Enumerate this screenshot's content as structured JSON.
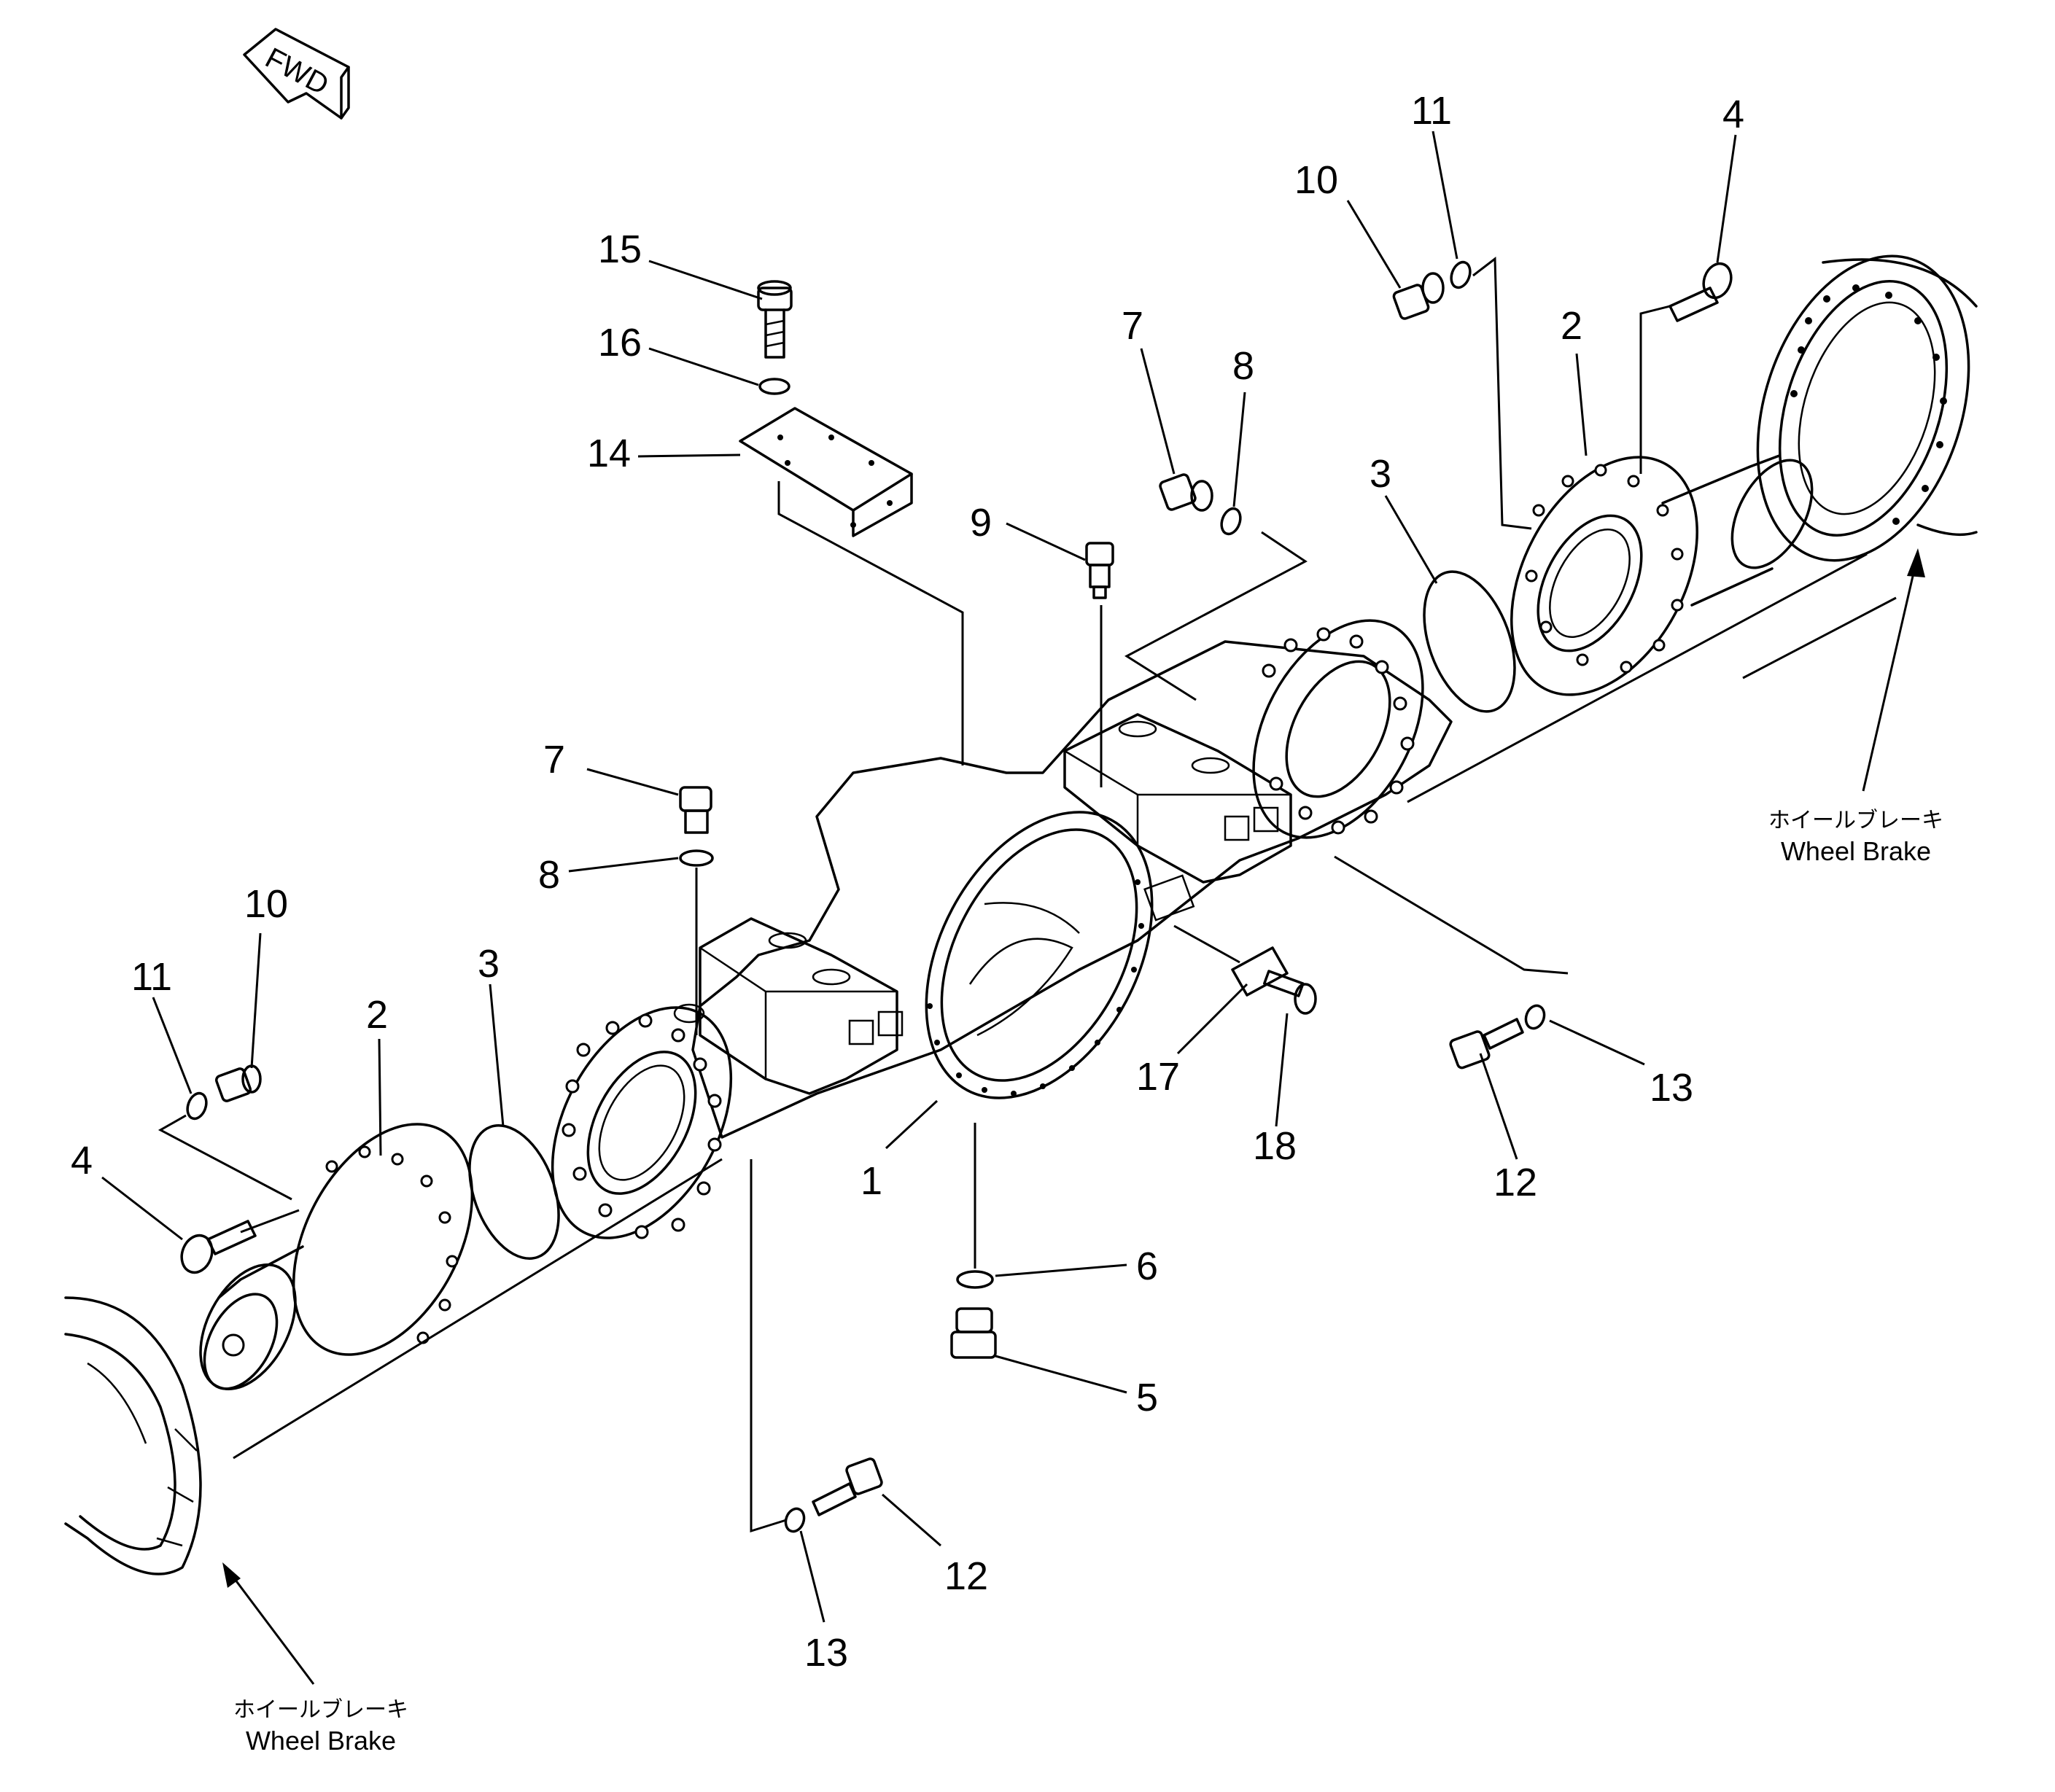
{
  "direction_marker": {
    "text": "FWD"
  },
  "callouts": [
    {
      "id": "c15",
      "label": "15"
    },
    {
      "id": "c16",
      "label": "16"
    },
    {
      "id": "c14",
      "label": "14"
    },
    {
      "id": "c9",
      "label": "9"
    },
    {
      "id": "c7t",
      "label": "7"
    },
    {
      "id": "c8t",
      "label": "8"
    },
    {
      "id": "c7m",
      "label": "7"
    },
    {
      "id": "c8m",
      "label": "8"
    },
    {
      "id": "c10r",
      "label": "10"
    },
    {
      "id": "c11r",
      "label": "11"
    },
    {
      "id": "c4r",
      "label": "4"
    },
    {
      "id": "c2r",
      "label": "2"
    },
    {
      "id": "c3r",
      "label": "3"
    },
    {
      "id": "c10l",
      "label": "10"
    },
    {
      "id": "c11l",
      "label": "11"
    },
    {
      "id": "c2l",
      "label": "2"
    },
    {
      "id": "c3l",
      "label": "3"
    },
    {
      "id": "c4l",
      "label": "4"
    },
    {
      "id": "c1",
      "label": "1"
    },
    {
      "id": "c17",
      "label": "17"
    },
    {
      "id": "c18",
      "label": "18"
    },
    {
      "id": "c6",
      "label": "6"
    },
    {
      "id": "c5",
      "label": "5"
    },
    {
      "id": "c12r",
      "label": "12"
    },
    {
      "id": "c13r",
      "label": "13"
    },
    {
      "id": "c12b",
      "label": "12"
    },
    {
      "id": "c13b",
      "label": "13"
    }
  ],
  "wheel_brake_right": {
    "jp": "ホイールブレーキ",
    "en": "Wheel Brake"
  },
  "wheel_brake_left": {
    "jp": "ホイールブレーキ",
    "en": "Wheel Brake"
  }
}
